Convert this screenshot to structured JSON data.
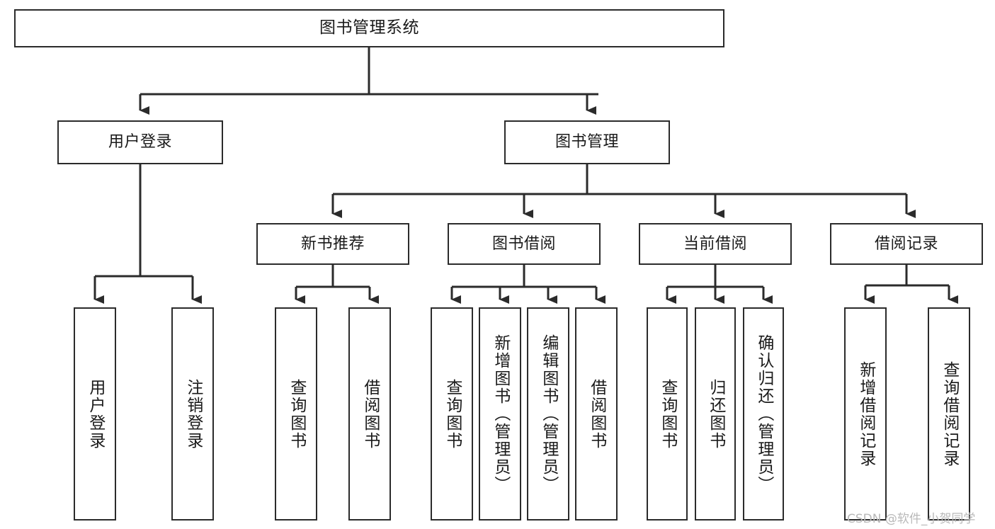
{
  "diagram": {
    "type": "tree",
    "title": "图书管理系统",
    "watermark": "CSDN @软件_小贺同学",
    "colors": {
      "box_border": "#2b2b2b",
      "box_fill": "#ffffff",
      "line": "#2b2b2b",
      "text": "#1a1a1a",
      "watermark": "#b9b9b9",
      "background": "#ffffff"
    },
    "nodes": {
      "root": {
        "label": "图书管理系统"
      },
      "level2": [
        {
          "label": "用户登录"
        },
        {
          "label": "图书管理"
        }
      ],
      "level3": [
        {
          "label": "新书推荐"
        },
        {
          "label": "图书借阅"
        },
        {
          "label": "当前借阅"
        },
        {
          "label": "借阅记录"
        }
      ],
      "leaves_user_login": [
        {
          "label": "用户登录"
        },
        {
          "label": "注销登录"
        }
      ],
      "leaves_new_book": [
        {
          "label": "查询图书"
        },
        {
          "label": "借阅图书"
        }
      ],
      "leaves_borrow": [
        {
          "label": "查询图书"
        },
        {
          "label": "新增图书（管理员）"
        },
        {
          "label": "编辑图书（管理员）"
        },
        {
          "label": "借阅图书"
        }
      ],
      "leaves_current": [
        {
          "label": "查询图书"
        },
        {
          "label": "归还图书"
        },
        {
          "label": "确认归还（管理员）"
        }
      ],
      "leaves_record": [
        {
          "label": "新增借阅记录"
        },
        {
          "label": "查询借阅记录"
        }
      ]
    }
  }
}
